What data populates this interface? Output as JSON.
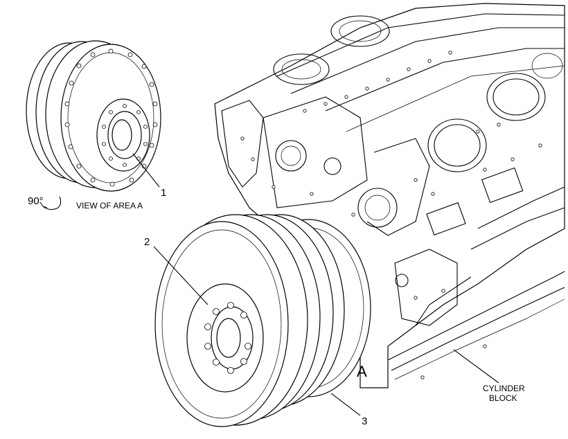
{
  "callouts": {
    "c1": "1",
    "c2": "2",
    "c3": "3"
  },
  "labels": {
    "rotation": "90°",
    "view_of_area": "VIEW OF AREA  A",
    "area_marker": "A",
    "cylinder_block_line1": "CYLINDER",
    "cylinder_block_line2": "BLOCK"
  }
}
